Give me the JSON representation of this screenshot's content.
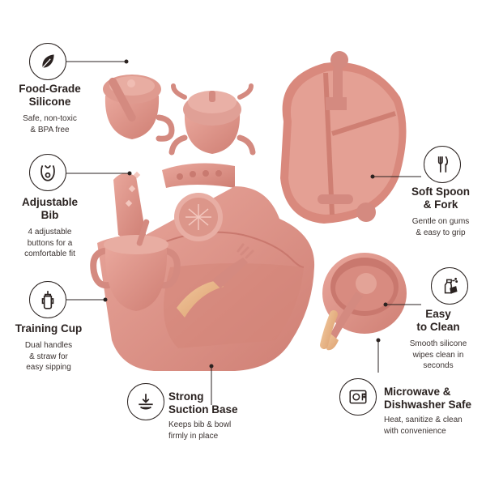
{
  "colors": {
    "silicone": "#d98a7f",
    "silicone_light": "#e6a69b",
    "silicone_dark": "#c0716a",
    "wood": "#e8b889",
    "ink": "#2a2220"
  },
  "features": {
    "food_grade": {
      "icon": "leaf-icon",
      "title_lines": [
        "Food-Grade",
        "Silicone"
      ],
      "desc_lines": [
        "Safe, non-toxic",
        "& BPA free"
      ]
    },
    "bib": {
      "icon": "bib-icon",
      "title_lines": [
        "Adjustable",
        "Bib"
      ],
      "desc_lines": [
        "4 adjustable",
        "buttons for a",
        "comfortable fit"
      ]
    },
    "cup": {
      "icon": "sippy-cup-icon",
      "title_lines": [
        "Training Cup"
      ],
      "desc_lines": [
        "Dual handles",
        "& straw for",
        "easy sipping"
      ]
    },
    "suction": {
      "icon": "suction-base-icon",
      "title_lines": [
        "Strong",
        "Suction Base"
      ],
      "desc_lines": [
        "Keeps bib & bowl",
        "firmly in place"
      ]
    },
    "spoon_fork": {
      "icon": "fork-knife-icon",
      "title_lines": [
        "Soft Spoon",
        "& Fork"
      ],
      "desc_lines": [
        "Gentle on gums",
        "& easy to grip"
      ]
    },
    "clean": {
      "icon": "spray-cleaning-icon",
      "title_lines": [
        "Easy",
        "to Clean"
      ],
      "desc_lines": [
        "Smooth silicone",
        "wipes clean in",
        "seconds"
      ]
    },
    "microwave": {
      "icon": "microwave-icon",
      "title_lines": [
        "Microwave &",
        "Dishwasher Safe"
      ],
      "desc_lines": [
        "Heat, sanitize & clean",
        "with convenience"
      ]
    }
  }
}
